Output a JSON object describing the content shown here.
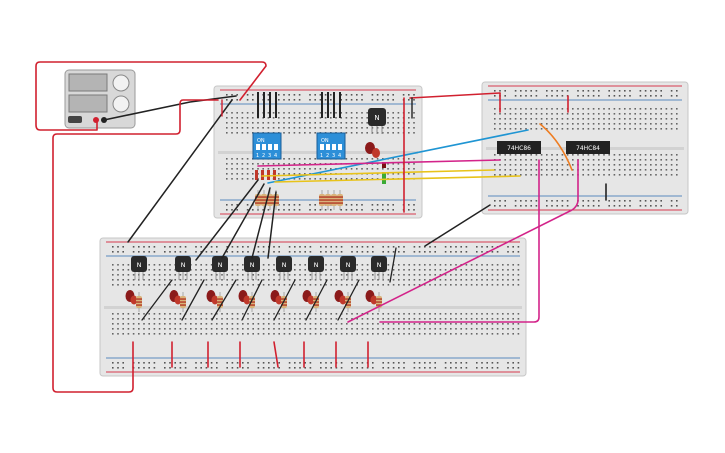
{
  "power_supply": {
    "label": ""
  },
  "transistor_label": "N",
  "dip_switch": {
    "label": "ON",
    "numbers": [
      "1",
      "2",
      "3",
      "4"
    ]
  },
  "ic_chips": [
    {
      "id": "ic1",
      "label": "74HC86"
    },
    {
      "id": "ic2",
      "label": "74HC84"
    }
  ],
  "colors": {
    "breadboard": "#e6e6e6",
    "rail_red": "#d0021b",
    "rail_blue": "#2b6cb0",
    "wire_black": "#222222",
    "wire_red": "#d1202f",
    "wire_blue": "#1f95d3",
    "wire_magenta": "#d3248a",
    "wire_yellow": "#e8c31a",
    "wire_orange": "#ee7d22",
    "dip_blue": "#2d8fd8",
    "resistor_body": "#d9b37a",
    "led": "#8b1a1a"
  }
}
